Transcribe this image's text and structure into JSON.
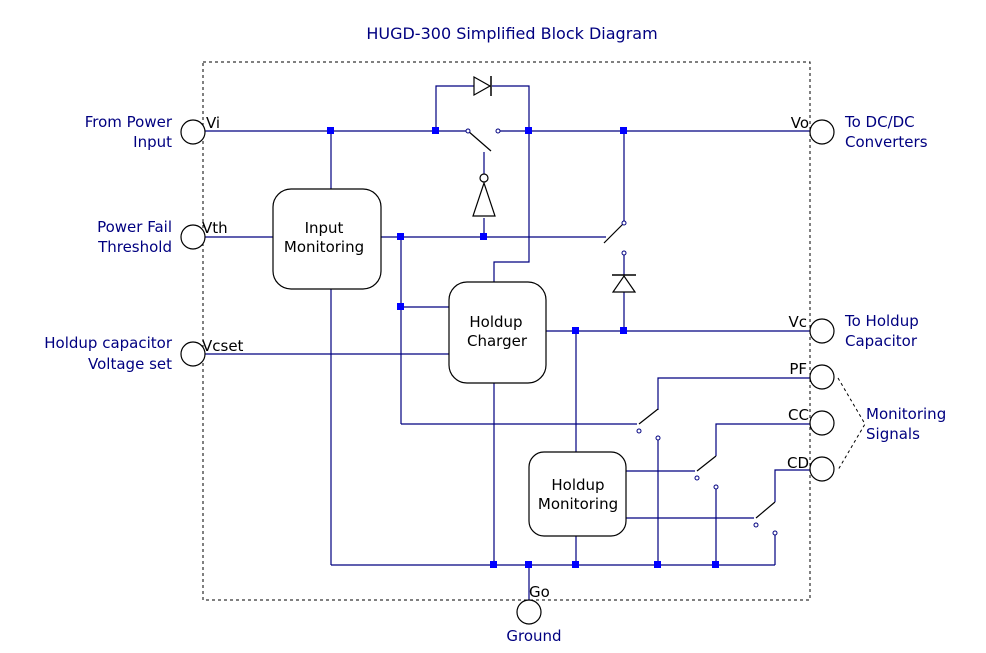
{
  "title": "HUGD-300 Simplified Block Diagram",
  "pins": {
    "vi": "Vi",
    "vth": "Vth",
    "vcset": "Vcset",
    "vo": "Vo",
    "vc": "Vc",
    "pf": "PF",
    "cc": "CC",
    "cd": "CD",
    "go": "Go"
  },
  "external_labels": {
    "vi": [
      "From Power",
      "Input"
    ],
    "vth": [
      "Power Fail",
      "Threshold"
    ],
    "vcset": [
      "Holdup capacitor",
      "Voltage set"
    ],
    "vo": [
      "To DC/DC",
      "Converters"
    ],
    "vc": [
      "To Holdup",
      "Capacitor"
    ],
    "monitoring": [
      "Monitoring",
      "Signals"
    ],
    "go": "Ground"
  },
  "blocks": {
    "input_monitoring": [
      "Input",
      "Monitoring"
    ],
    "holdup_charger": [
      "Holdup",
      "Charger"
    ],
    "holdup_monitoring": [
      "Holdup",
      "Monitoring"
    ]
  },
  "colors": {
    "wire": "#000080",
    "junction": "#0000ff",
    "text": "#000080"
  }
}
